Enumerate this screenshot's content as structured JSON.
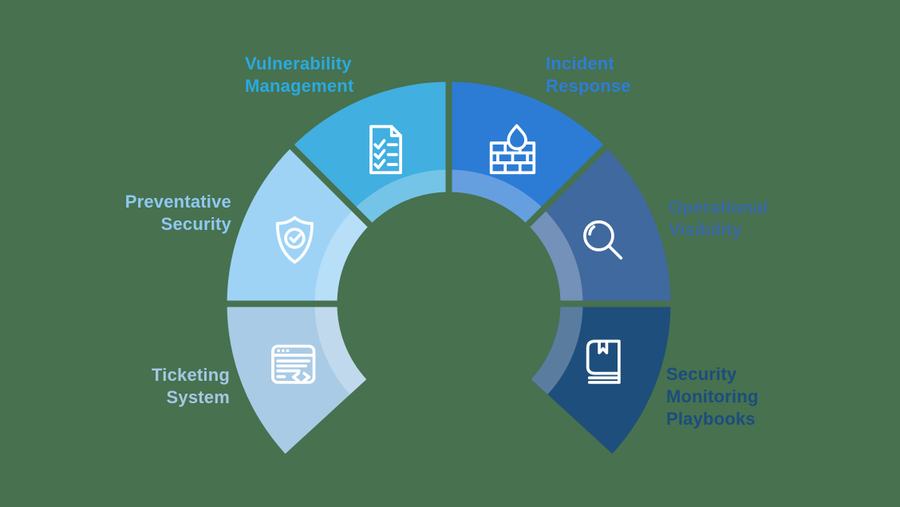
{
  "background_color": "#47714F",
  "diagram": {
    "name": "security-operations-arc",
    "type": "segmented-arc-cycle",
    "inner_highlight_opacity": 0.27,
    "segments": [
      {
        "id": "ticketing-system",
        "label_lines": [
          "Ticketing",
          "System"
        ],
        "fill": "#A9CBE5",
        "label_color": "#A5C8E3",
        "icon": "browser-code-icon",
        "a1": 222.5,
        "a2": 180
      },
      {
        "id": "preventative-security",
        "label_lines": [
          "Preventative",
          "Security"
        ],
        "fill": "#9ED3F6",
        "label_color": "#8FC9F0",
        "icon": "shield-check-icon",
        "a1": 180,
        "a2": 135
      },
      {
        "id": "vulnerability-management",
        "label_lines": [
          "Vulnerability",
          "Management"
        ],
        "fill": "#41AFE0",
        "label_color": "#2BA9DF",
        "icon": "checklist-document-icon",
        "a1": 135,
        "a2": 90
      },
      {
        "id": "incident-response",
        "label_lines": [
          "Incident",
          "Response"
        ],
        "fill": "#2C7CD5",
        "label_color": "#2E7DD6",
        "icon": "firewall-flame-icon",
        "a1": 90,
        "a2": 45
      },
      {
        "id": "operational-visibility",
        "label_lines": [
          "Operational",
          "Visibility"
        ],
        "fill": "#40699F",
        "label_color": "#3A69A6",
        "icon": "magnifier-icon",
        "a1": 45,
        "a2": 0
      },
      {
        "id": "security-monitoring-playbooks",
        "label_lines": [
          "Security",
          "Monitoring",
          "Playbooks"
        ],
        "fill": "#1E4E7C",
        "label_color": "#1B4D7E",
        "icon": "book-icon",
        "a1": 0,
        "a2": -42.5
      }
    ]
  }
}
